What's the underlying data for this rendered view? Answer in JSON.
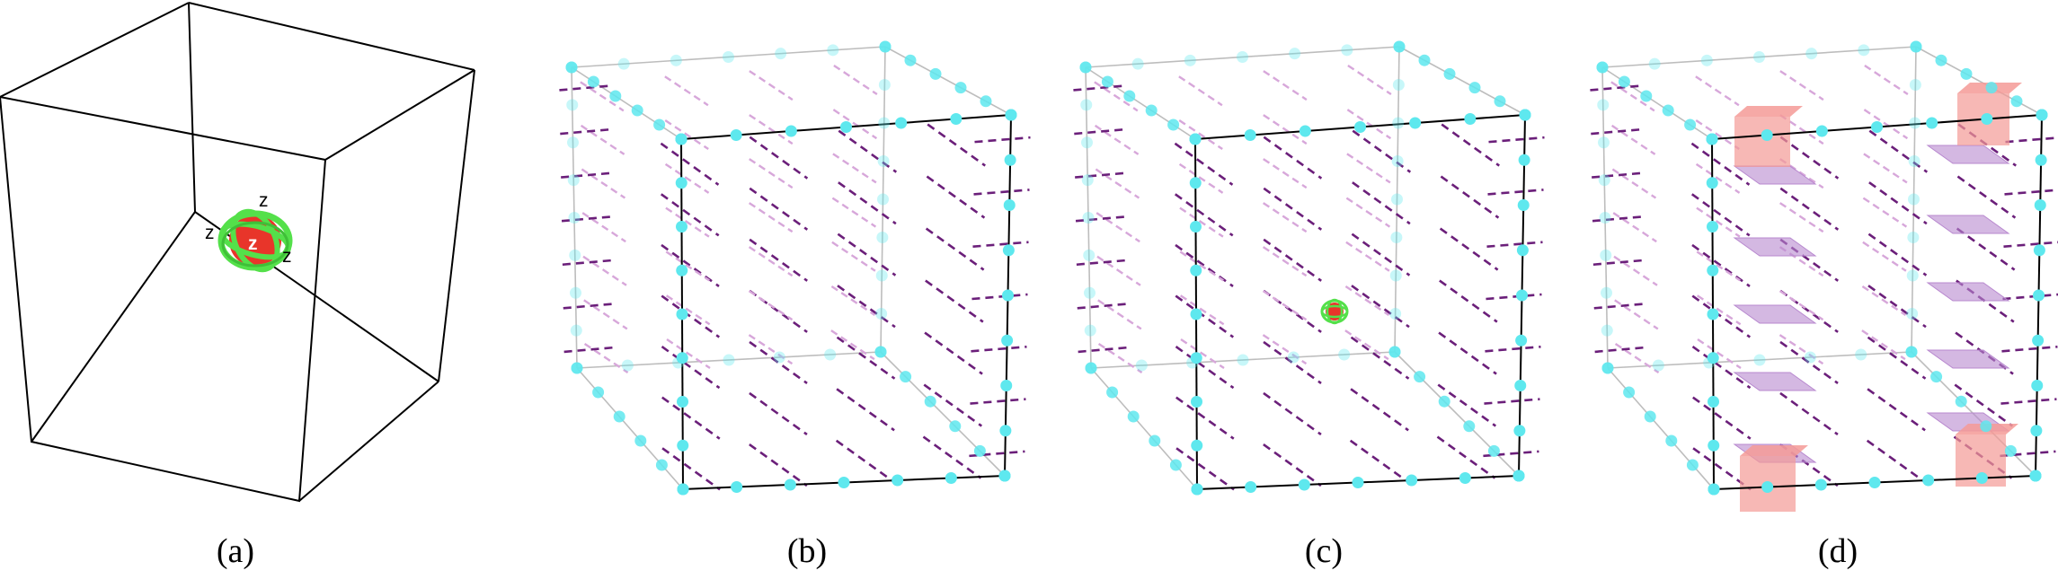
{
  "figure": {
    "panels": [
      {
        "id": "a",
        "caption": "(a)",
        "labels": [
          "z",
          "z",
          "z",
          "z"
        ]
      },
      {
        "id": "b",
        "caption": "(b)"
      },
      {
        "id": "c",
        "caption": "(c)"
      },
      {
        "id": "d",
        "caption": "(d)"
      }
    ],
    "colors": {
      "edge": "#000000",
      "back_edge": "#bdbdbd",
      "node": "#5ee8ee",
      "dash_dark": "#6b1f7a",
      "dash_light": "#d7a7da",
      "sphere_green": "#54e04a",
      "sphere_red": "#e8352a",
      "block_pink": "#f49a96",
      "plane_purple": "#b889cf"
    }
  }
}
